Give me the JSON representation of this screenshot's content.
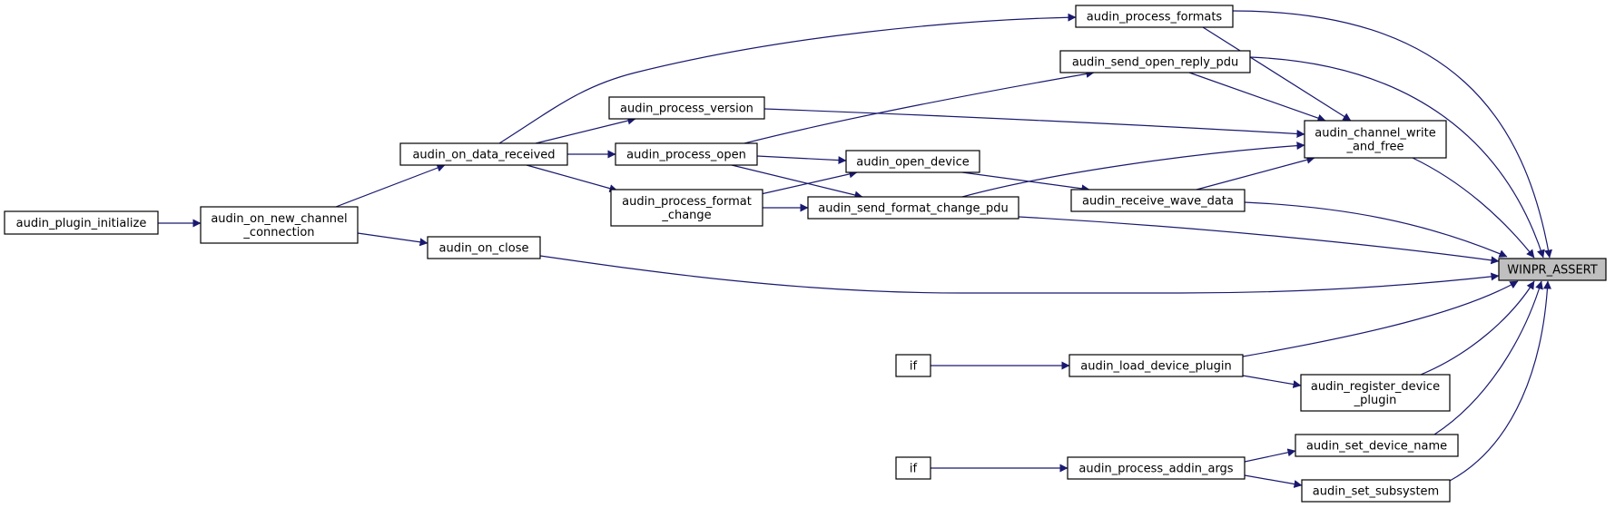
{
  "diagram": {
    "type": "call-graph",
    "colors": {
      "edge": "#191970",
      "node_fill": "#ffffff",
      "root_fill": "#bfbfbf",
      "border": "#000000"
    },
    "nodes": [
      {
        "id": "winpr_assert",
        "label": "WINPR_ASSERT"
      },
      {
        "id": "audin_process_formats",
        "label": "audin_process_formats"
      },
      {
        "id": "audin_send_open_reply_pdu",
        "label": "audin_send_open_reply_pdu"
      },
      {
        "id": "audin_process_version",
        "label": "audin_process_version"
      },
      {
        "id": "audin_channel_write_and_free",
        "label": "audin_channel_write\n_and_free"
      },
      {
        "id": "audin_on_data_received",
        "label": "audin_on_data_received"
      },
      {
        "id": "audin_process_open",
        "label": "audin_process_open"
      },
      {
        "id": "audin_open_device",
        "label": "audin_open_device"
      },
      {
        "id": "audin_plugin_initialize",
        "label": "audin_plugin_initialize"
      },
      {
        "id": "audin_process_format_change",
        "label": "audin_process_format\n_change"
      },
      {
        "id": "audin_receive_wave_data",
        "label": "audin_receive_wave_data"
      },
      {
        "id": "audin_on_new_channel_connection",
        "label": "audin_on_new_channel\n_connection"
      },
      {
        "id": "audin_send_format_change_pdu",
        "label": "audin_send_format_change_pdu"
      },
      {
        "id": "audin_on_close",
        "label": "audin_on_close"
      },
      {
        "id": "if_1",
        "label": "if"
      },
      {
        "id": "audin_load_device_plugin",
        "label": "audin_load_device_plugin"
      },
      {
        "id": "audin_register_device_plugin",
        "label": "audin_register_device\n_plugin"
      },
      {
        "id": "audin_set_device_name",
        "label": "audin_set_device_name"
      },
      {
        "id": "if_2",
        "label": "if"
      },
      {
        "id": "audin_process_addin_args",
        "label": "audin_process_addin_args"
      },
      {
        "id": "audin_set_subsystem",
        "label": "audin_set_subsystem"
      }
    ],
    "edges": [
      {
        "from": "audin_plugin_initialize",
        "to": "audin_on_new_channel_connection"
      },
      {
        "from": "audin_on_new_channel_connection",
        "to": "audin_on_data_received"
      },
      {
        "from": "audin_on_new_channel_connection",
        "to": "audin_on_close"
      },
      {
        "from": "audin_on_data_received",
        "to": "audin_process_formats"
      },
      {
        "from": "audin_on_data_received",
        "to": "audin_process_version"
      },
      {
        "from": "audin_on_data_received",
        "to": "audin_process_open"
      },
      {
        "from": "audin_on_data_received",
        "to": "audin_process_format_change"
      },
      {
        "from": "audin_process_open",
        "to": "audin_send_open_reply_pdu"
      },
      {
        "from": "audin_process_open",
        "to": "audin_open_device"
      },
      {
        "from": "audin_process_open",
        "to": "audin_send_format_change_pdu"
      },
      {
        "from": "audin_process_format_change",
        "to": "audin_open_device"
      },
      {
        "from": "audin_process_format_change",
        "to": "audin_send_format_change_pdu"
      },
      {
        "from": "audin_open_device",
        "to": "audin_receive_wave_data"
      },
      {
        "from": "audin_process_version",
        "to": "audin_channel_write_and_free"
      },
      {
        "from": "audin_send_open_reply_pdu",
        "to": "audin_channel_write_and_free"
      },
      {
        "from": "audin_process_formats",
        "to": "audin_channel_write_and_free"
      },
      {
        "from": "audin_send_format_change_pdu",
        "to": "audin_channel_write_and_free"
      },
      {
        "from": "audin_receive_wave_data",
        "to": "audin_channel_write_and_free"
      },
      {
        "from": "audin_process_formats",
        "to": "winpr_assert"
      },
      {
        "from": "audin_send_open_reply_pdu",
        "to": "winpr_assert"
      },
      {
        "from": "audin_channel_write_and_free",
        "to": "winpr_assert"
      },
      {
        "from": "audin_receive_wave_data",
        "to": "winpr_assert"
      },
      {
        "from": "audin_send_format_change_pdu",
        "to": "winpr_assert"
      },
      {
        "from": "audin_on_close",
        "to": "winpr_assert"
      },
      {
        "from": "audin_load_device_plugin",
        "to": "winpr_assert"
      },
      {
        "from": "audin_register_device_plugin",
        "to": "winpr_assert"
      },
      {
        "from": "audin_set_device_name",
        "to": "winpr_assert"
      },
      {
        "from": "audin_set_subsystem",
        "to": "winpr_assert"
      },
      {
        "from": "if_1",
        "to": "audin_load_device_plugin"
      },
      {
        "from": "audin_load_device_plugin",
        "to": "audin_register_device_plugin"
      },
      {
        "from": "if_2",
        "to": "audin_process_addin_args"
      },
      {
        "from": "audin_process_addin_args",
        "to": "audin_set_device_name"
      },
      {
        "from": "audin_process_addin_args",
        "to": "audin_set_subsystem"
      }
    ]
  }
}
